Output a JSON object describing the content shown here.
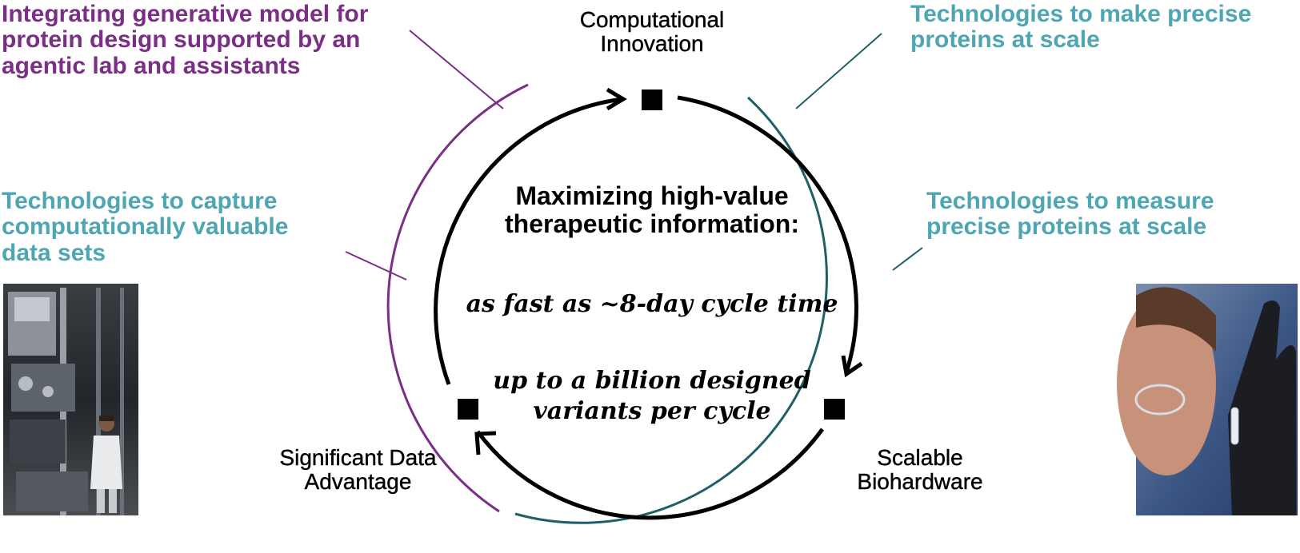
{
  "colors": {
    "purple": "#7a2e86",
    "teal_text": "#4ea6b2",
    "teal_arc": "#1f6068",
    "black": "#000000"
  },
  "corner_labels": {
    "top_left": "Integrating generative model for protein design supported by an agentic lab and assistants",
    "top_right": "Technologies to make precise proteins at scale",
    "mid_left": "Technologies to capture computationally valuable data sets",
    "mid_right": "Technologies to measure precise proteins at scale"
  },
  "nodes": {
    "top": "Computational Innovation",
    "bottom_left": "Significant Data Advantage",
    "bottom_right": "Scalable Biohardware"
  },
  "center": {
    "heading": "Maximizing high-value therapeutic information:",
    "line_cycle_time": "as fast as ~8-day cycle time",
    "line_variants": "up to a billion designed variants per cycle"
  },
  "photos": {
    "left": "scientist-with-lab-equipment",
    "right": "gloved-hand-holding-tube"
  }
}
